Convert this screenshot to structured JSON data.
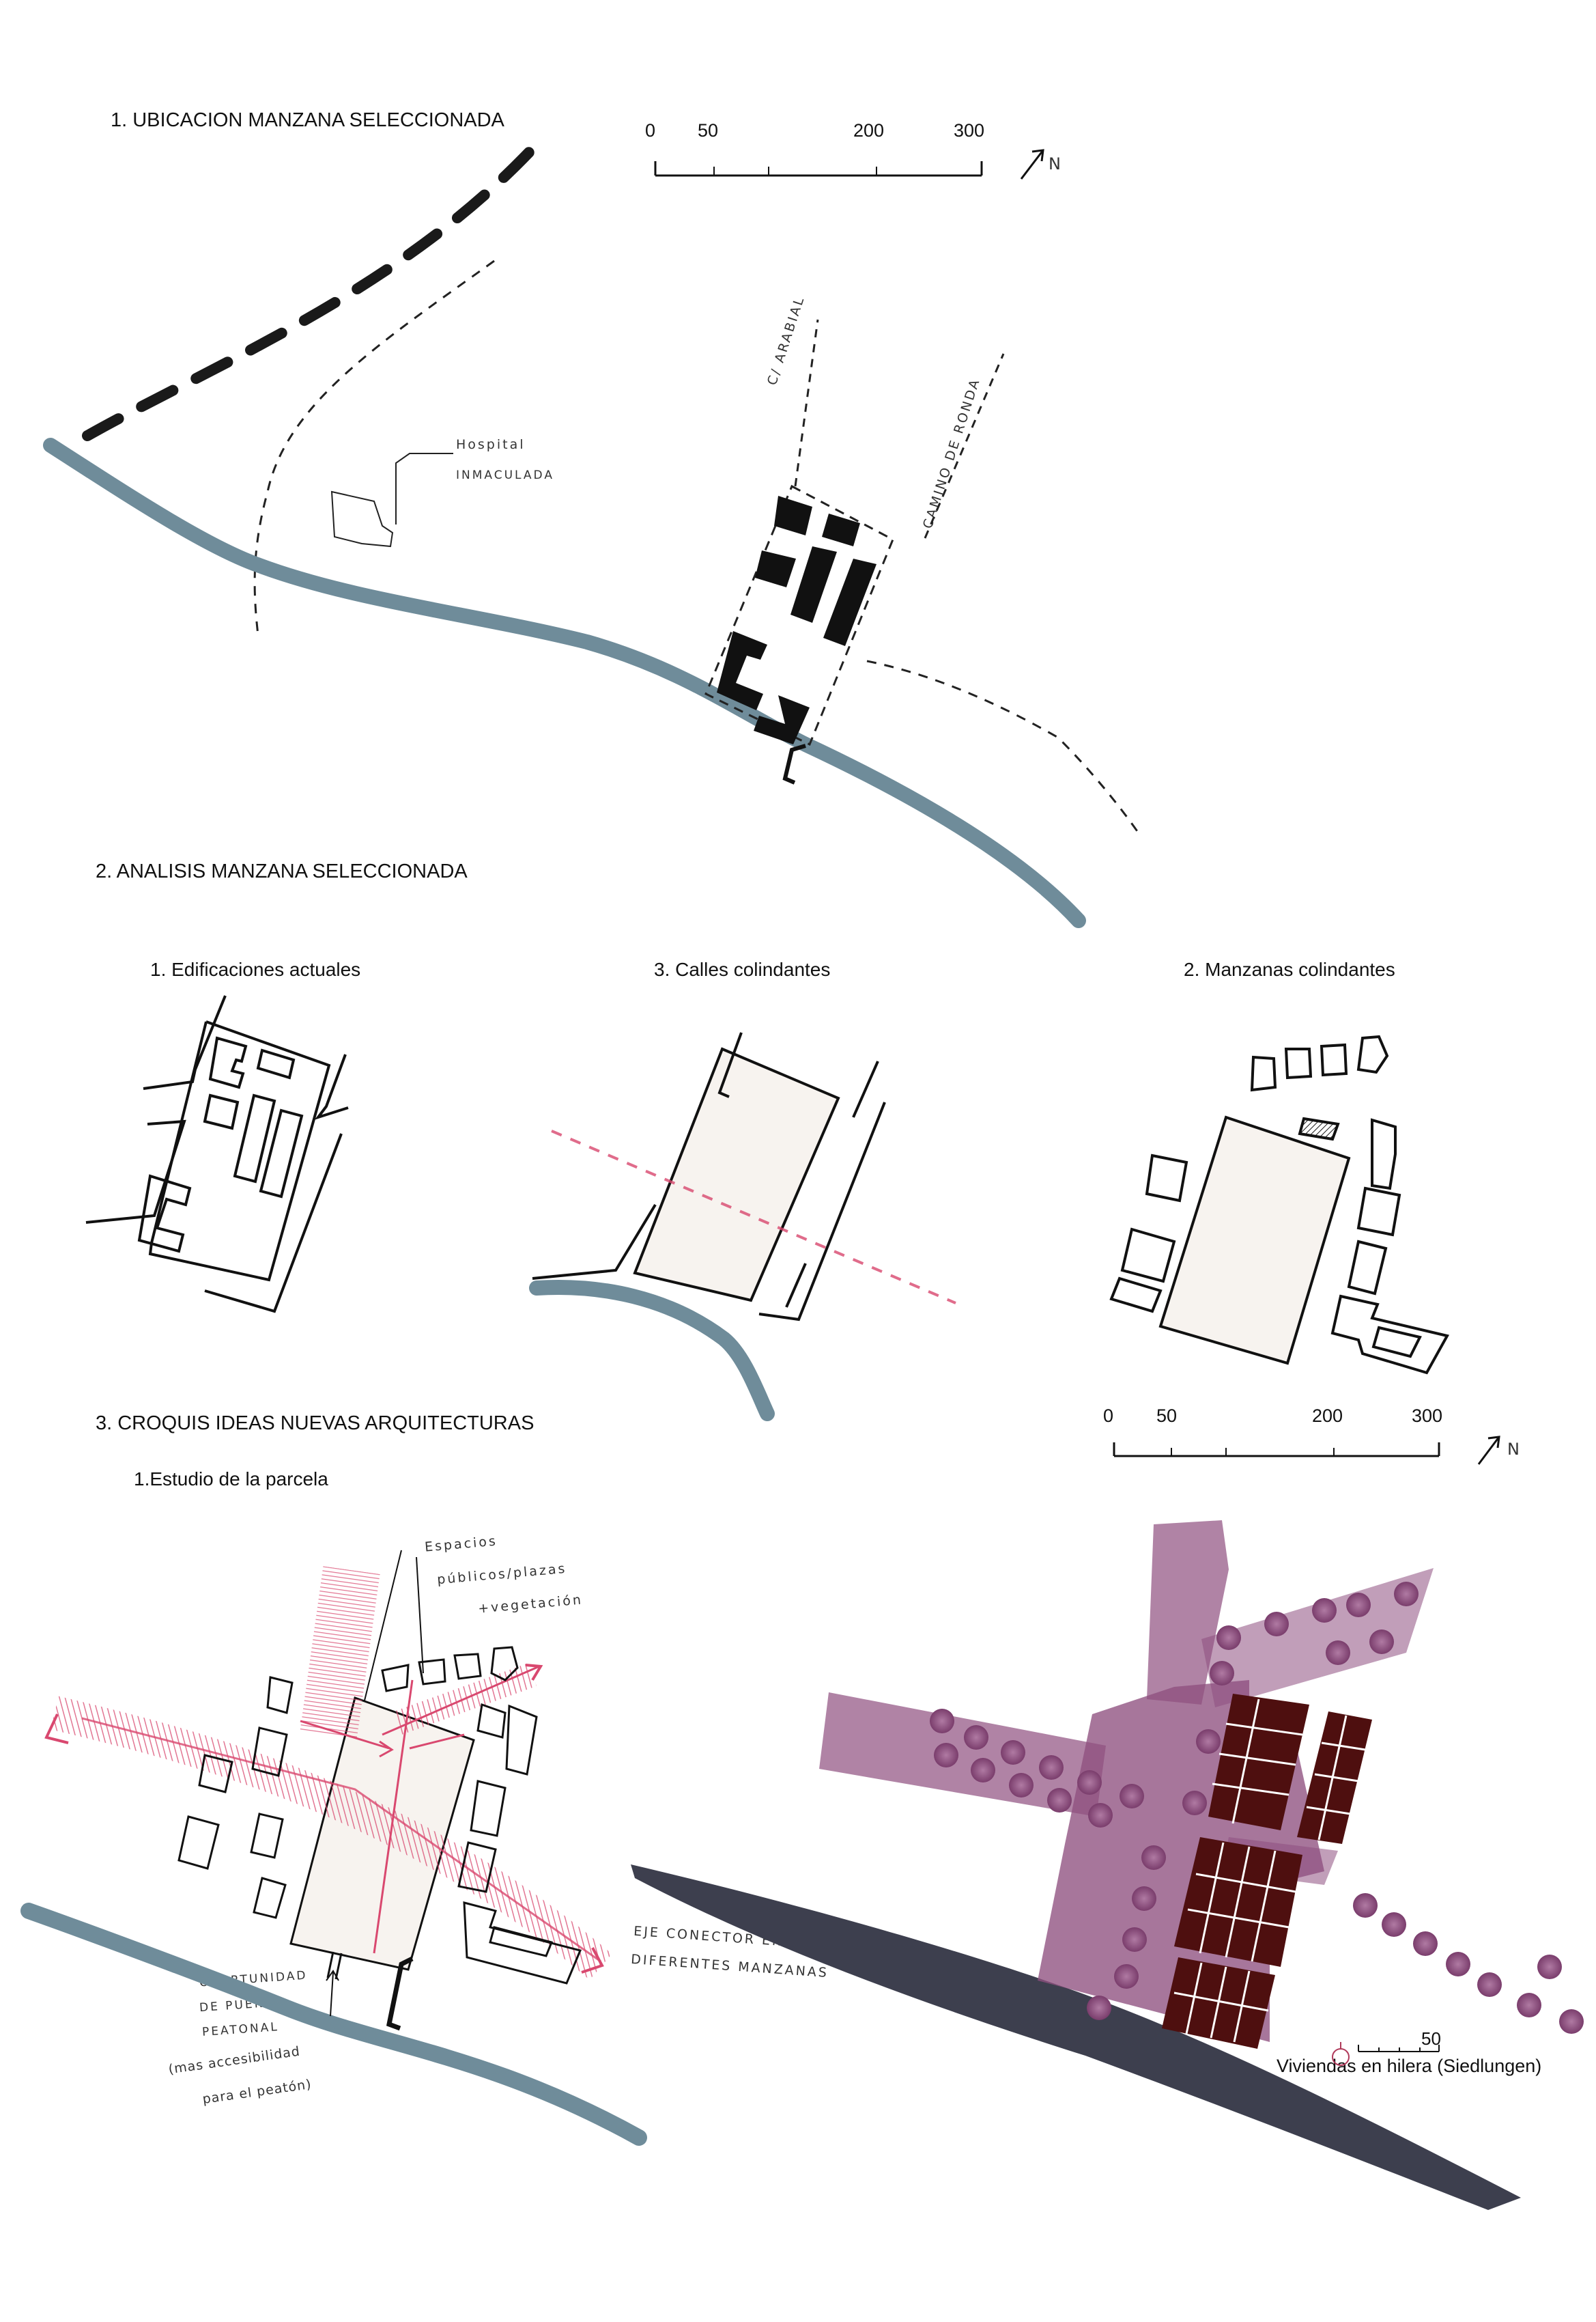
{
  "section1": {
    "title": "1. UBICACION MANZANA SELECCIONADA",
    "scale": {
      "ticks": [
        "0",
        "50",
        "200",
        "300"
      ],
      "north": "N"
    },
    "annotations": {
      "hospital_line1": "Hospital",
      "hospital_line2": "INMACULADA",
      "street1": "C/ ARABIAL",
      "street2": "CAMINO DE RONDA"
    }
  },
  "section2": {
    "title": "2. ANALISIS MANZANA SELECCIONADA",
    "panels": [
      {
        "label": "1. Edificaciones actuales"
      },
      {
        "label": "3. Calles colindantes"
      },
      {
        "label": "2. Manzanas colindantes"
      }
    ],
    "scale": {
      "ticks": [
        "0",
        "50",
        "200",
        "300"
      ],
      "north": "N"
    }
  },
  "section3": {
    "title": "3. CROQUIS IDEAS NUEVAS ARQUITECTURAS",
    "subtitle": "1.Estudio de la parcela",
    "annotations": {
      "spaces_line1": "Espacios",
      "spaces_line2": "públicos/plazas",
      "spaces_line3": "+vegetación",
      "axis_line1": "EJE CONECTOR ENTRE",
      "axis_line2": "DIFERENTES MANZANAS",
      "bridge_line1": "OPORTUNIDAD",
      "bridge_line2": "DE PUENTE",
      "bridge_line3": "PEATONAL",
      "bridge_line4": "(mas accesibilidad",
      "bridge_line5": "para el peatón)"
    },
    "plan_scale": "50",
    "plan_caption": "Viviendas en hilera (Siedlungen)"
  },
  "colors": {
    "river": "#6f8c9a",
    "ink": "#111111",
    "pink": "#d9486f",
    "purple": "#8e4f7f",
    "brick": "#4e0f0f",
    "dark_river": "#3d3f4e"
  }
}
